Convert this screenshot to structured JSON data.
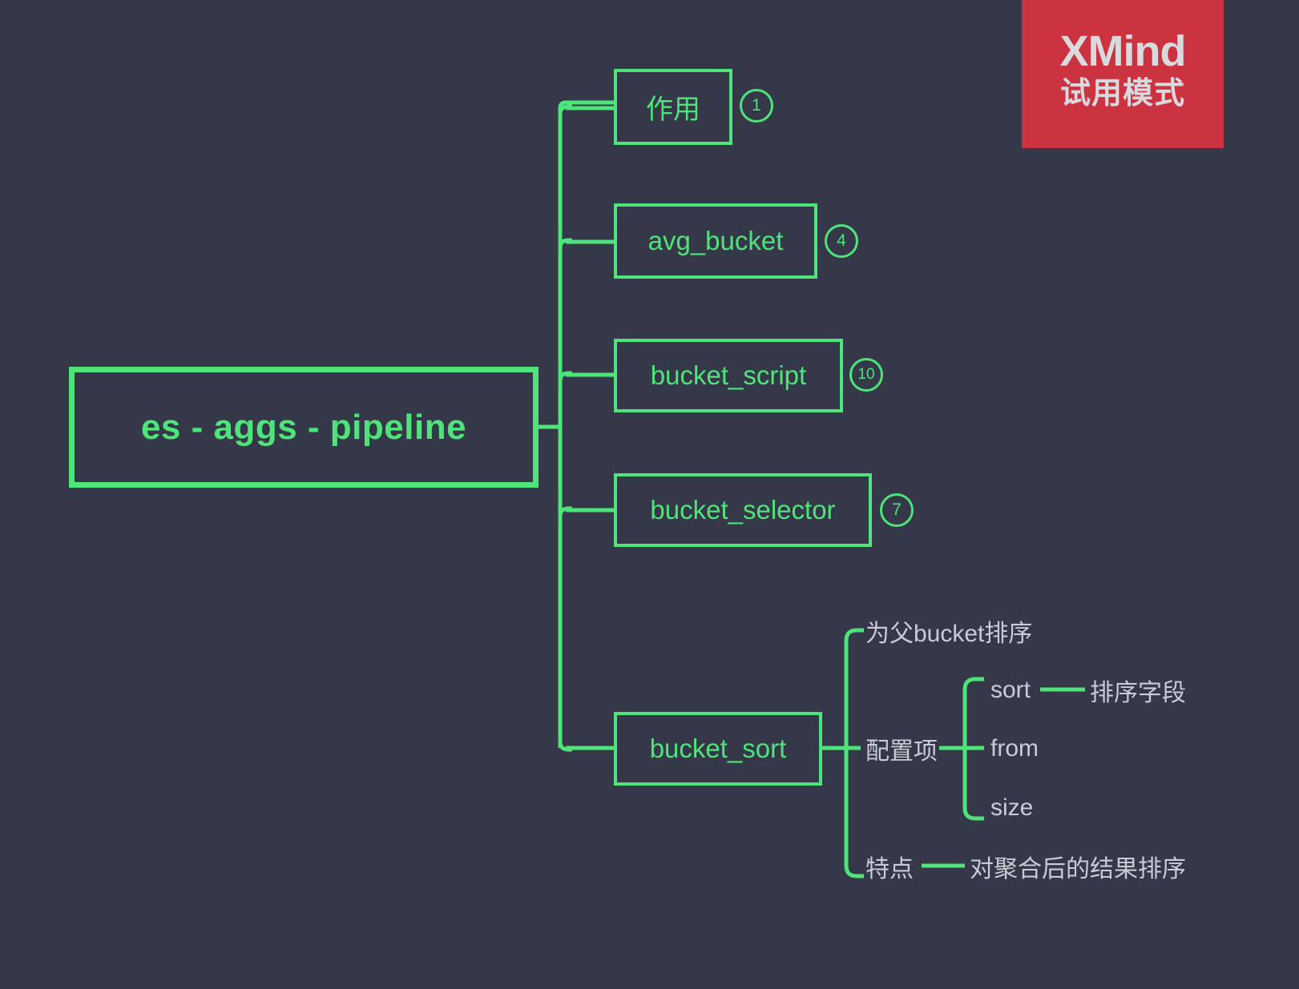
{
  "canvas": {
    "background_color": "#343848",
    "branch_color": "#4EE479",
    "plain_text_color": "#C9CCD4"
  },
  "watermark": {
    "brand": "XMind",
    "mode": "试用模式",
    "background_color": "#CC3341",
    "text_color": "#D8DADE"
  },
  "root": {
    "label": "es - aggs - pipeline"
  },
  "branches": [
    {
      "label": "作用",
      "badge": "1"
    },
    {
      "label": "avg_bucket",
      "badge": "4"
    },
    {
      "label": "bucket_script",
      "badge": "10"
    },
    {
      "label": "bucket_selector",
      "badge": "7"
    },
    {
      "label": "bucket_sort",
      "badge": ""
    }
  ],
  "bucket_sort_children": [
    {
      "label": "为父bucket排序"
    },
    {
      "label": "配置项"
    },
    {
      "label": "特点"
    }
  ],
  "config_children": [
    {
      "label": "sort",
      "detail": "排序字段"
    },
    {
      "label": "from",
      "detail": ""
    },
    {
      "label": "size",
      "detail": ""
    }
  ],
  "feature_detail": {
    "label": "对聚合后的结果排序"
  }
}
